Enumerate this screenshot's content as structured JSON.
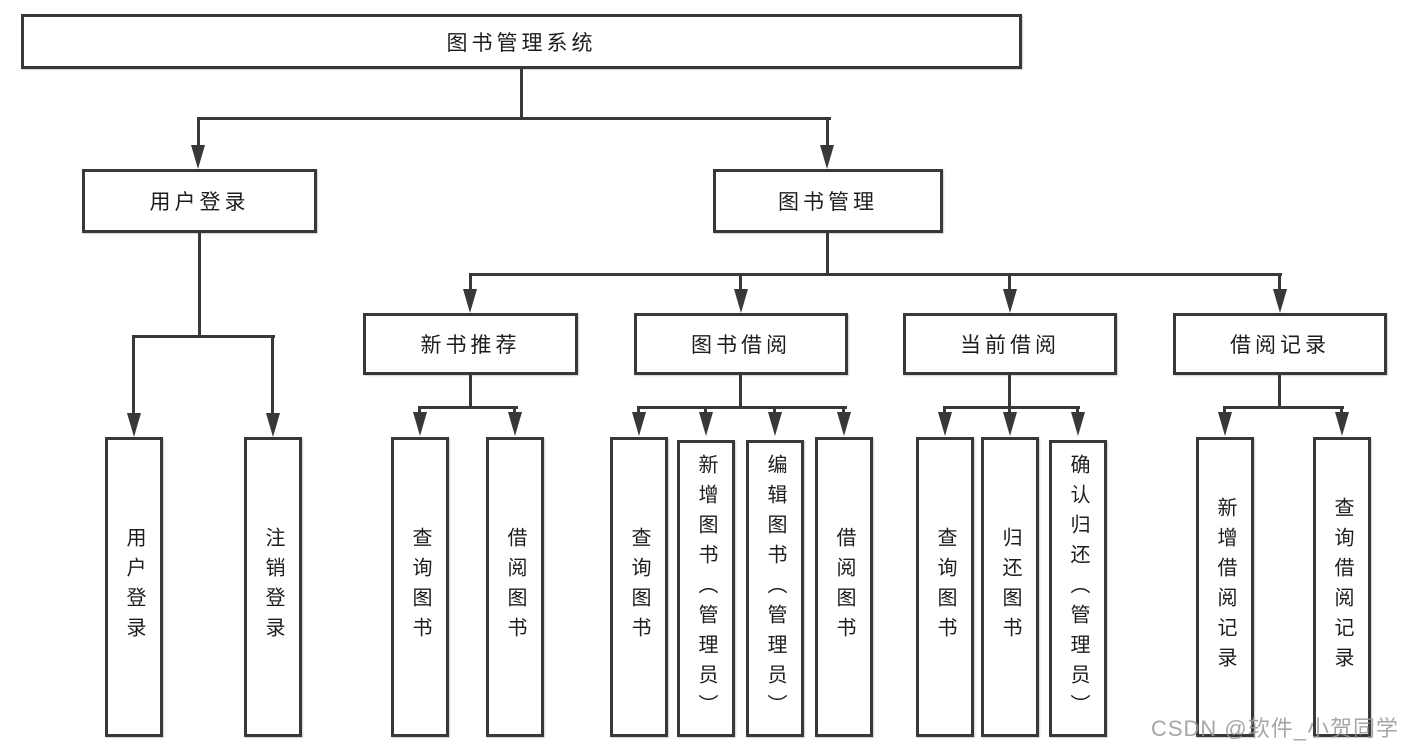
{
  "diagram": {
    "title": "图书管理系统",
    "watermark": "CSDN @软件_小贺同学",
    "colors": {
      "line": "#383838",
      "text": "#1d1d1d",
      "box_bg": "#ffffff",
      "watermark": "#969696"
    },
    "level2": [
      {
        "label": "用户登录"
      },
      {
        "label": "图书管理"
      }
    ],
    "level3": [
      {
        "label": "新书推荐"
      },
      {
        "label": "图书借阅"
      },
      {
        "label": "当前借阅"
      },
      {
        "label": "借阅记录"
      }
    ],
    "leaves": {
      "user": [
        "用户登录",
        "注销登录"
      ],
      "recommend": [
        "查询图书",
        "借阅图书"
      ],
      "borrow": [
        "查询图书",
        "新增图书（管理员）",
        "编辑图书（管理员）",
        "借阅图书"
      ],
      "current": [
        "查询图书",
        "归还图书",
        "确认归还（管理员）"
      ],
      "records": [
        "新增借阅记录",
        "查询借阅记录"
      ]
    }
  }
}
